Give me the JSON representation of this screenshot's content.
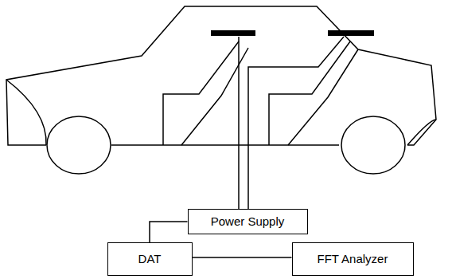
{
  "diagram": {
    "nodes": [
      {
        "text": [
          "Power Supply"
        ]
      },
      {
        "text": [
          "DAT"
        ]
      },
      {
        "text": [
          "FFT Analyzer"
        ]
      }
    ],
    "edges": [
      {
        "from": 0,
        "to": 1,
        "arrow": "none"
      },
      {
        "from": 1,
        "to": 2,
        "arrow": "none"
      }
    ]
  }
}
